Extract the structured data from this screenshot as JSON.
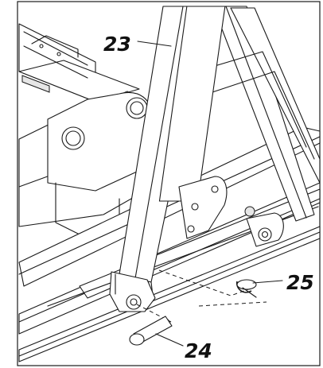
{
  "diagram": {
    "callouts": [
      {
        "id": "23",
        "label": "23"
      },
      {
        "id": "24",
        "label": "24"
      },
      {
        "id": "25",
        "label": "25"
      }
    ]
  }
}
